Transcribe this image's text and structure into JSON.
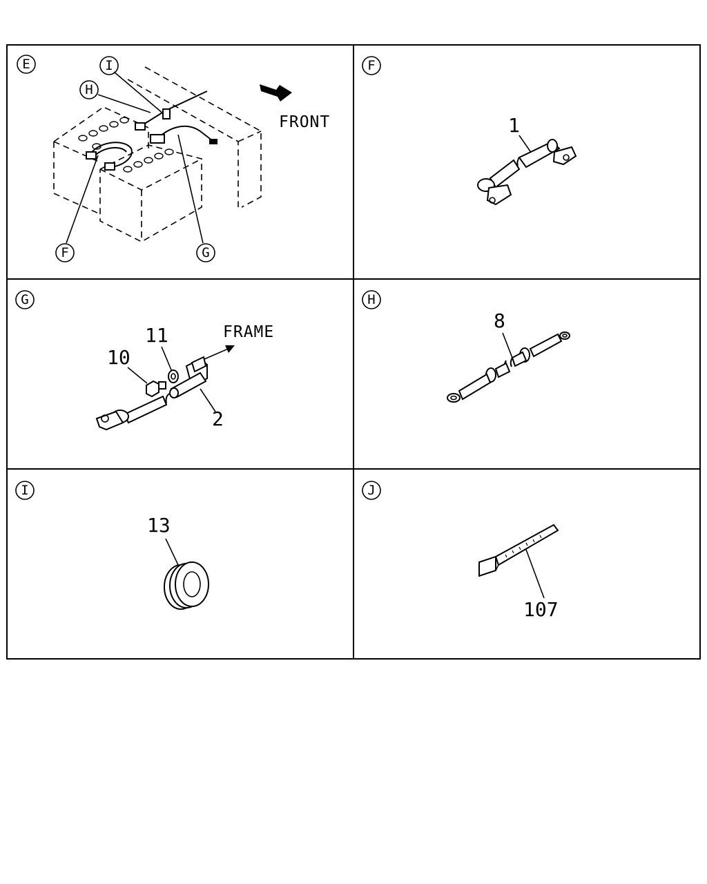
{
  "panels": [
    {
      "id": "E",
      "circle_label": "E",
      "callouts": [
        "I",
        "H",
        "F",
        "G"
      ],
      "text": "FRONT"
    },
    {
      "id": "F",
      "circle_label": "F",
      "part_number": "1"
    },
    {
      "id": "G",
      "circle_label": "G",
      "part_numbers": [
        "11",
        "10",
        "2"
      ],
      "text": "FRAME"
    },
    {
      "id": "H",
      "circle_label": "H",
      "part_number": "8"
    },
    {
      "id": "I",
      "circle_label": "I",
      "part_number": "13"
    },
    {
      "id": "J",
      "circle_label": "J",
      "part_number": "107"
    }
  ]
}
